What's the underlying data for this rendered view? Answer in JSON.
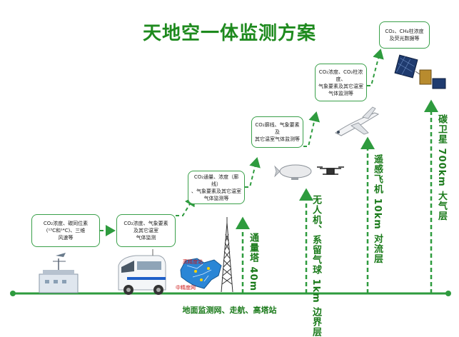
{
  "title": "天地空一体监测方案",
  "boxes": [
    {
      "id": "box1",
      "lines": [
        "CO₂浓度、碳同位素",
        "(¹³C和¹⁴C)、三维",
        "风速等"
      ]
    },
    {
      "id": "box2",
      "lines": [
        "CO₂浓度、气象要素",
        "及其它温室",
        "气体监测"
      ]
    },
    {
      "id": "box3",
      "lines": [
        "CO₂通量、浓度（廓线）",
        "、气象要素及其它温室",
        "气体监测等"
      ]
    },
    {
      "id": "box4",
      "lines": [
        "CO₂廓线、气象要素及",
        "其它温室气体监测等"
      ]
    },
    {
      "id": "box5",
      "lines": [
        "CO₂浓度、CO₂柱浓度、",
        "气象要素及其它温室",
        "气体监测等"
      ]
    },
    {
      "id": "box6",
      "lines": [
        "CO₂、CH₄柱浓度",
        "及荧光数据等"
      ]
    }
  ],
  "vertical_labels": [
    {
      "id": "tower",
      "lines": [
        "通量塔",
        "40m"
      ]
    },
    {
      "id": "boundary",
      "lines": [
        "无人机、系留气球",
        "1km  边界层"
      ]
    },
    {
      "id": "troposphere",
      "lines": [
        "遥感飞机  10km",
        "对流层"
      ]
    },
    {
      "id": "satellite",
      "lines": [
        "碳卫星  700km",
        "大气层"
      ]
    }
  ],
  "map_tags": {
    "high": "高精度站",
    "mid": "中精度网"
  },
  "ground_label": "地面监测网、走航、高塔站",
  "colors": {
    "green": "#2e9b3e",
    "dark_green": "#1a7a1a",
    "title_green": "#1e8a1e",
    "red": "#cc1111",
    "blue": "#1e5fc8"
  }
}
